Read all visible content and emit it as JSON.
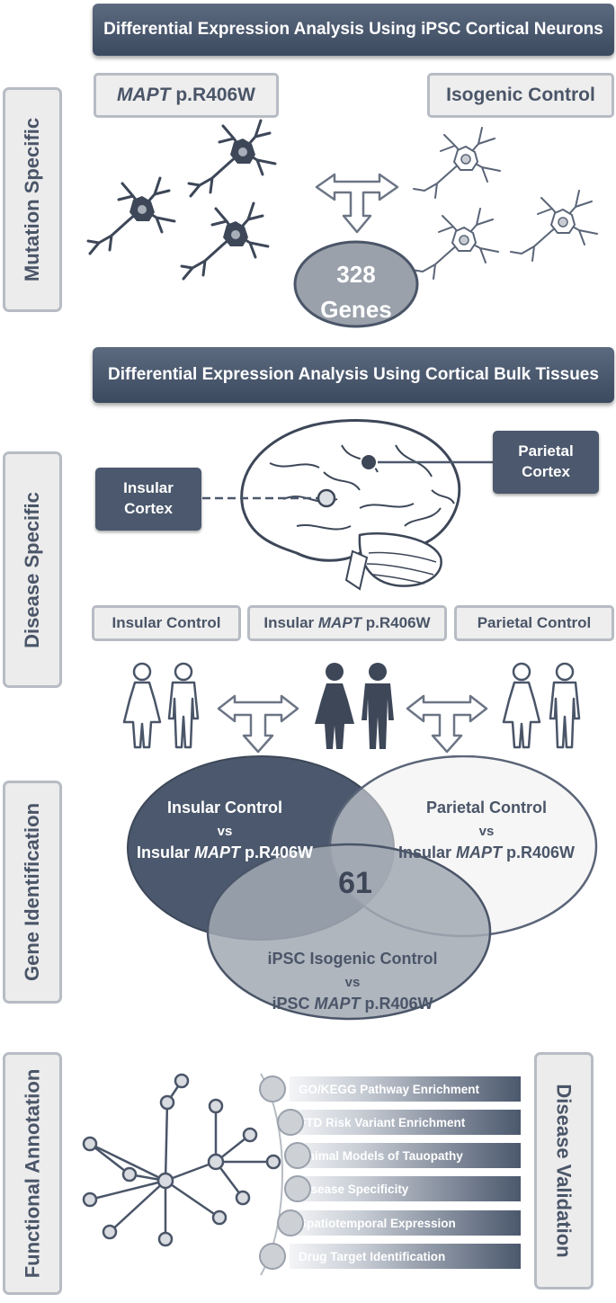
{
  "sections": {
    "mutation": "Mutation Specific",
    "disease": "Disease Specific",
    "gene": "Gene Identification",
    "functional": "Functional Annotation",
    "validation": "Disease Validation"
  },
  "banner1": "Differential Expression Analysis Using iPSC Cortical Neurons",
  "banner2": "Differential Expression Analysis Using Cortical Bulk Tissues",
  "mutation_box": {
    "gene": "MAPT",
    "variant": " p.R406W"
  },
  "isogenic_box": "Isogenic Control",
  "genes_count": "328",
  "genes_label": "Genes",
  "parietal_cortex": [
    "Parietal",
    "Cortex"
  ],
  "insular_cortex": [
    "Insular",
    "Cortex"
  ],
  "group_insular_control": "Insular Control",
  "group_insular_mapt": {
    "prefix": "Insular ",
    "gene": "MAPT",
    "variant": " p.R406W"
  },
  "group_parietal_control": "Parietal Control",
  "venn": {
    "left": {
      "line1": "Insular Control",
      "line2": "vs",
      "line3_prefix": "Insular ",
      "line3_gene": "MAPT",
      "line3_variant": " p.R406W"
    },
    "right": {
      "line1": "Parietal Control",
      "line2": "vs",
      "line3_prefix": "Insular ",
      "line3_gene": "MAPT",
      "line3_variant": " p.R406W"
    },
    "bottom": {
      "line1": "iPSC Isogenic Control",
      "line2": "vs",
      "line3_prefix": "iPSC ",
      "line3_gene": "MAPT",
      "line3_variant": " p.R406W"
    },
    "center": "61"
  },
  "annotations": [
    "GO/KEGG Pathway Enrichment",
    "FTD Risk Variant Enrichment",
    "Animal Models of Tauopathy",
    "Disease Specificity",
    "Spatiotemporal Expression",
    "Drug Target Identification"
  ],
  "colors": {
    "dark": "#4b586d",
    "light": "#eeeeee",
    "border": "#b7bcc4"
  }
}
